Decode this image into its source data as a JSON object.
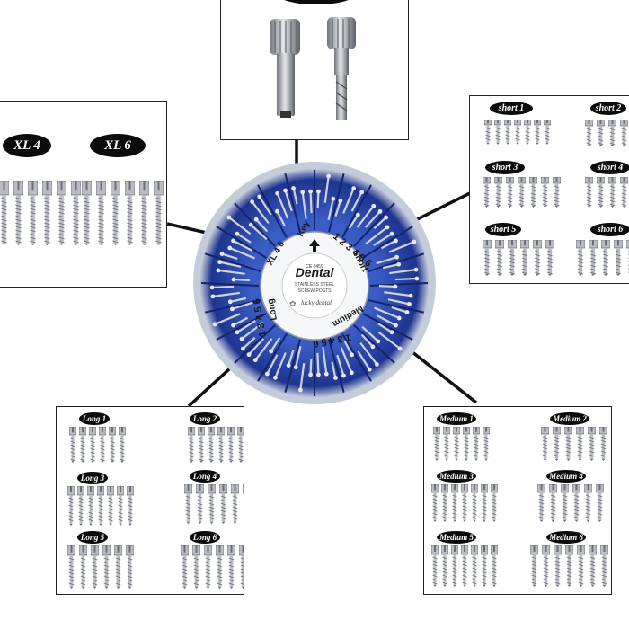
{
  "colors": {
    "disc_blue": "#2d4fb8",
    "disc_dark": "#12246b",
    "steel": "#b9bcc2",
    "steel_dark": "#6b6f76",
    "label_bg": "#0b0b0b"
  },
  "top_panel": {
    "icon": "key-tool-icon"
  },
  "xl_panel": {
    "labels": [
      "XL 4",
      "XL 6"
    ]
  },
  "short_panel": {
    "labels": [
      "short 1",
      "short 2",
      "short 3",
      "short 4",
      "short 5",
      "short 6"
    ]
  },
  "long_panel": {
    "labels": [
      "Long 1",
      "Long 2",
      "Long 3",
      "Long 4",
      "Long 5",
      "Long 6"
    ]
  },
  "medium_panel": {
    "labels": [
      "Medium 1",
      "Medium 2",
      "Medium 3",
      "Medium 4",
      "Medium 5",
      "Medium 6"
    ]
  },
  "disc": {
    "brand": "Dental",
    "ce_mark": "CE 0459",
    "line1": "STAINLESS STEEL",
    "line2": "SCREW POSTS",
    "maker": "lucky dental",
    "ring_key": "Key",
    "ring_xl": "XL 4 6",
    "ring_short": "1 2 3 4 5 6",
    "ring_short_word": "Short",
    "ring_medium": "Medium",
    "ring_medium_nums": "1 3 4 5 6",
    "ring_long": "Long",
    "ring_long_nums": "1 3 4 5 6"
  }
}
